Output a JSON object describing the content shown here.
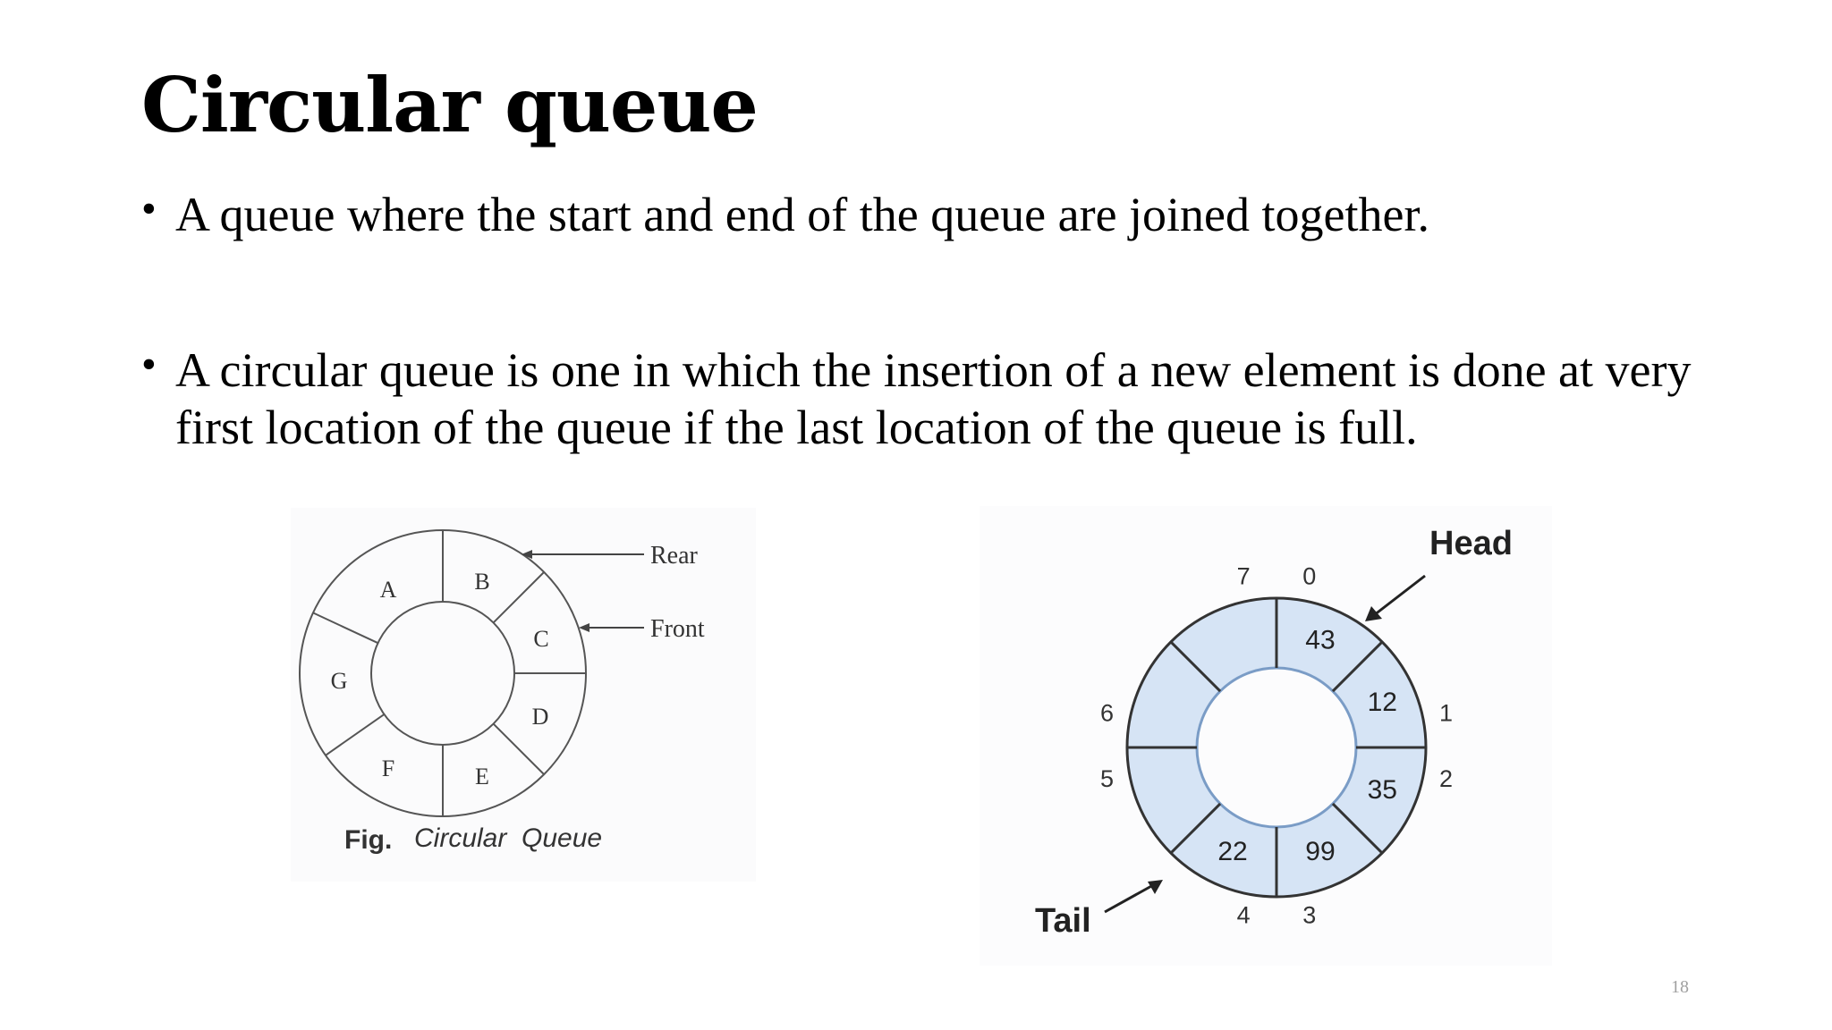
{
  "slide": {
    "title": "Circular queue",
    "bullets": [
      "A queue where the start and end of the queue are joined together.",
      "A circular queue is one in which the insertion of a new element is done at very first location of the queue if the last location of the queue is full."
    ],
    "slide_number": "18"
  },
  "figure_left": {
    "segments": [
      "A",
      "B",
      "C",
      "D",
      "E",
      "F",
      "G"
    ],
    "rear_label": "Rear",
    "front_label": "Front",
    "caption_fig": "Fig.",
    "caption_text": "Circular  Queue",
    "stroke_color": "#555555"
  },
  "figure_right": {
    "values": [
      "43",
      "12",
      "35",
      "99",
      "22"
    ],
    "indices": [
      "0",
      "1",
      "2",
      "3",
      "4",
      "5",
      "6",
      "7"
    ],
    "head_label": "Head",
    "tail_label": "Tail",
    "fill_color": "#d6e4f5",
    "stroke_color": "#333333"
  }
}
